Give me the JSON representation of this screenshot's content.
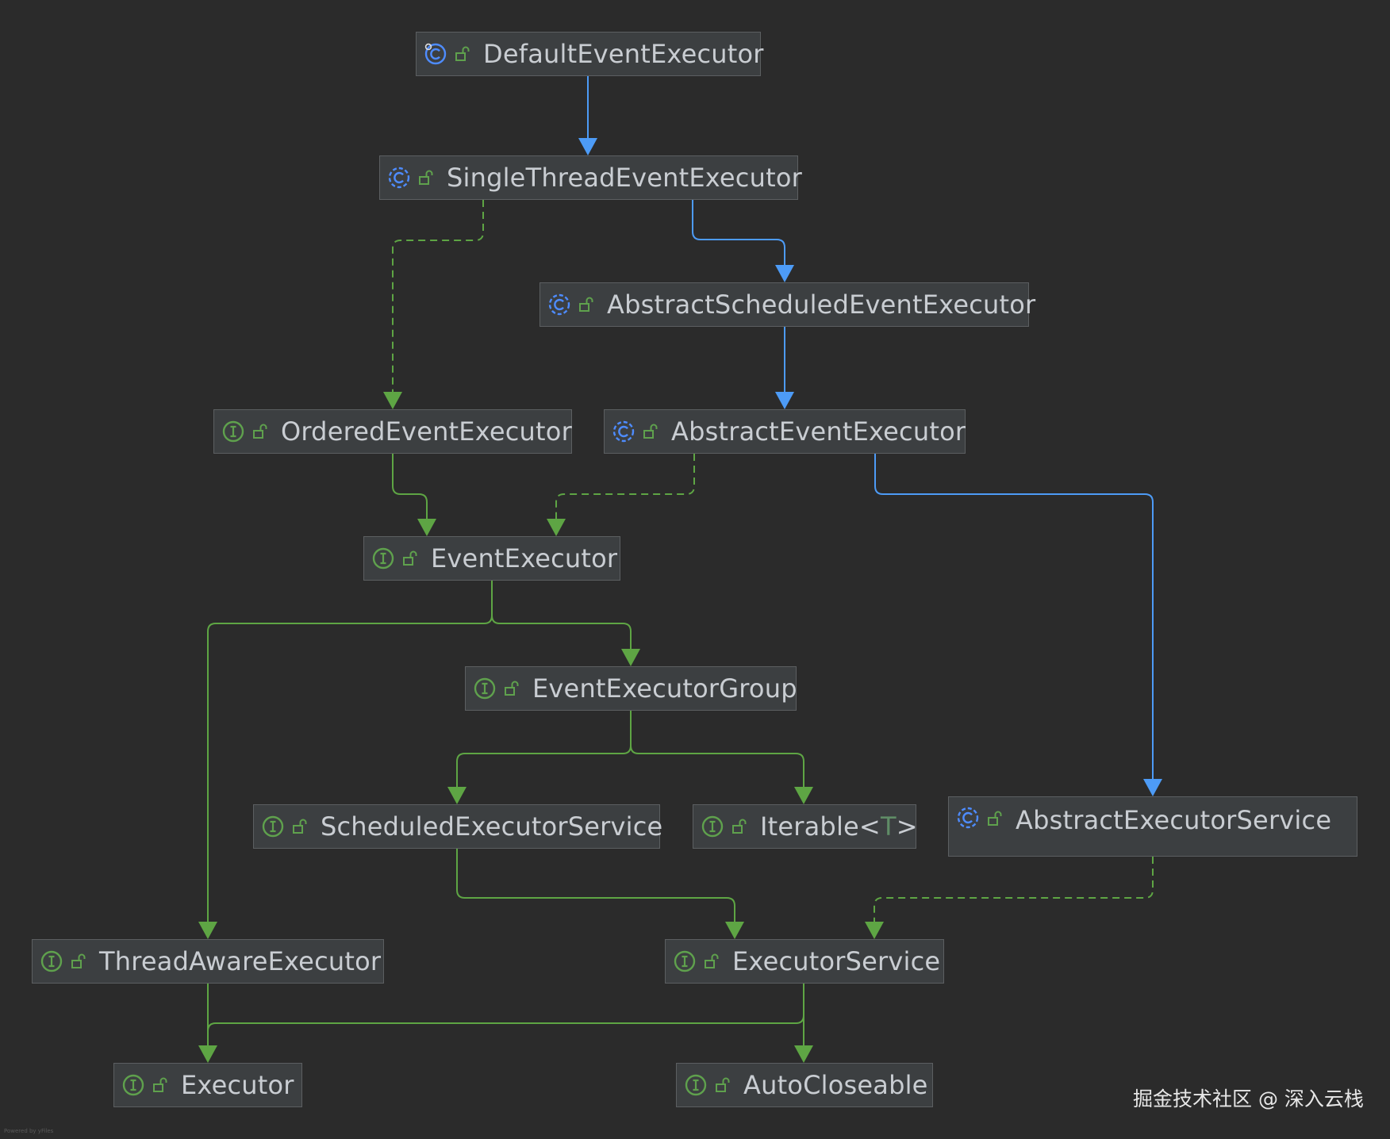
{
  "colors": {
    "background": "#2b2b2b",
    "node_fill": "#3c3f41",
    "node_border": "#5c5f61",
    "class_icon": "#4e8cff",
    "interface_icon": "#5fa14d",
    "extends_edge": "#4d9bf6",
    "implements_edge": "#5ea544",
    "text": "#c9cdd2"
  },
  "nodes": [
    {
      "id": "default_event_executor",
      "name": "DefaultEventExecutor",
      "kind": "class",
      "kind_icon": "class-icon",
      "visibility_icon": "public-lock-icon"
    },
    {
      "id": "single_thread_event_executor",
      "name": "SingleThreadEventExecutor",
      "kind": "abstract-class",
      "kind_icon": "abstract-class-icon",
      "visibility_icon": "public-lock-icon"
    },
    {
      "id": "abstract_scheduled_event_executor",
      "name": "AbstractScheduledEventExecutor",
      "kind": "abstract-class",
      "kind_icon": "abstract-class-icon",
      "visibility_icon": "public-lock-icon"
    },
    {
      "id": "ordered_event_executor",
      "name": "OrderedEventExecutor",
      "kind": "interface",
      "kind_icon": "interface-icon",
      "visibility_icon": "public-lock-icon"
    },
    {
      "id": "abstract_event_executor",
      "name": "AbstractEventExecutor",
      "kind": "abstract-class",
      "kind_icon": "abstract-class-icon",
      "visibility_icon": "public-lock-icon"
    },
    {
      "id": "event_executor",
      "name": "EventExecutor",
      "kind": "interface",
      "kind_icon": "interface-icon",
      "visibility_icon": "public-lock-icon"
    },
    {
      "id": "event_executor_group",
      "name": "EventExecutorGroup",
      "kind": "interface",
      "kind_icon": "interface-icon",
      "visibility_icon": "public-lock-icon"
    },
    {
      "id": "scheduled_executor_service",
      "name": "ScheduledExecutorService",
      "kind": "interface",
      "kind_icon": "interface-icon",
      "visibility_icon": "public-lock-icon"
    },
    {
      "id": "iterable",
      "name": "Iterable<",
      "generic": "T",
      "name_suffix": ">",
      "kind": "interface",
      "kind_icon": "interface-icon",
      "visibility_icon": "public-lock-icon"
    },
    {
      "id": "abstract_executor_service",
      "name": "AbstractExecutorService",
      "kind": "abstract-class",
      "kind_icon": "abstract-class-icon",
      "visibility_icon": "public-lock-icon"
    },
    {
      "id": "thread_aware_executor",
      "name": "ThreadAwareExecutor",
      "kind": "interface",
      "kind_icon": "interface-icon",
      "visibility_icon": "public-lock-icon"
    },
    {
      "id": "executor_service",
      "name": "ExecutorService",
      "kind": "interface",
      "kind_icon": "interface-icon",
      "visibility_icon": "public-lock-icon"
    },
    {
      "id": "executor",
      "name": "Executor",
      "kind": "interface",
      "kind_icon": "interface-icon",
      "visibility_icon": "public-lock-icon"
    },
    {
      "id": "auto_closeable",
      "name": "AutoCloseable",
      "kind": "interface",
      "kind_icon": "interface-icon",
      "visibility_icon": "public-lock-icon"
    }
  ],
  "edges": [
    {
      "from": "default_event_executor",
      "to": "single_thread_event_executor",
      "type": "extends"
    },
    {
      "from": "single_thread_event_executor",
      "to": "abstract_scheduled_event_executor",
      "type": "extends"
    },
    {
      "from": "single_thread_event_executor",
      "to": "ordered_event_executor",
      "type": "implements"
    },
    {
      "from": "abstract_scheduled_event_executor",
      "to": "abstract_event_executor",
      "type": "extends"
    },
    {
      "from": "ordered_event_executor",
      "to": "event_executor",
      "type": "interface-extends"
    },
    {
      "from": "abstract_event_executor",
      "to": "event_executor",
      "type": "implements"
    },
    {
      "from": "abstract_event_executor",
      "to": "abstract_executor_service",
      "type": "extends"
    },
    {
      "from": "event_executor",
      "to": "thread_aware_executor",
      "type": "interface-extends"
    },
    {
      "from": "event_executor",
      "to": "event_executor_group",
      "type": "interface-extends"
    },
    {
      "from": "event_executor_group",
      "to": "scheduled_executor_service",
      "type": "interface-extends"
    },
    {
      "from": "event_executor_group",
      "to": "iterable",
      "type": "interface-extends"
    },
    {
      "from": "scheduled_executor_service",
      "to": "executor_service",
      "type": "interface-extends"
    },
    {
      "from": "abstract_executor_service",
      "to": "executor_service",
      "type": "implements"
    },
    {
      "from": "thread_aware_executor",
      "to": "executor",
      "type": "interface-extends"
    },
    {
      "from": "executor_service",
      "to": "executor",
      "type": "interface-extends"
    },
    {
      "from": "executor_service",
      "to": "auto_closeable",
      "type": "interface-extends"
    }
  ],
  "watermark": "掘金技术社区 @ 深入云栈",
  "powered_by": "Powered by yFiles"
}
